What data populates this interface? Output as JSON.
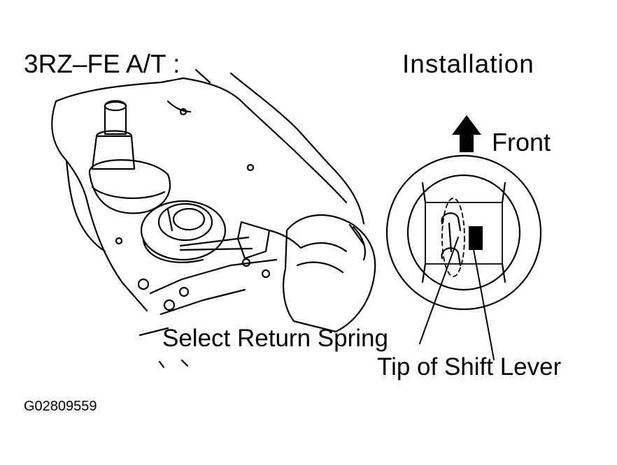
{
  "title_left": "3RZ–FE A/T :",
  "title_right": "Installation",
  "direction_label": "Front",
  "callouts": {
    "select_return_spring": "Select Return Spring",
    "tip_of_shift_lever": "Tip of Shift Lever"
  },
  "figure_code": "G02809559",
  "icons": {
    "direction_arrow": "arrow-up-icon"
  },
  "colors": {
    "ink": "#000000",
    "paper": "#ffffff"
  }
}
